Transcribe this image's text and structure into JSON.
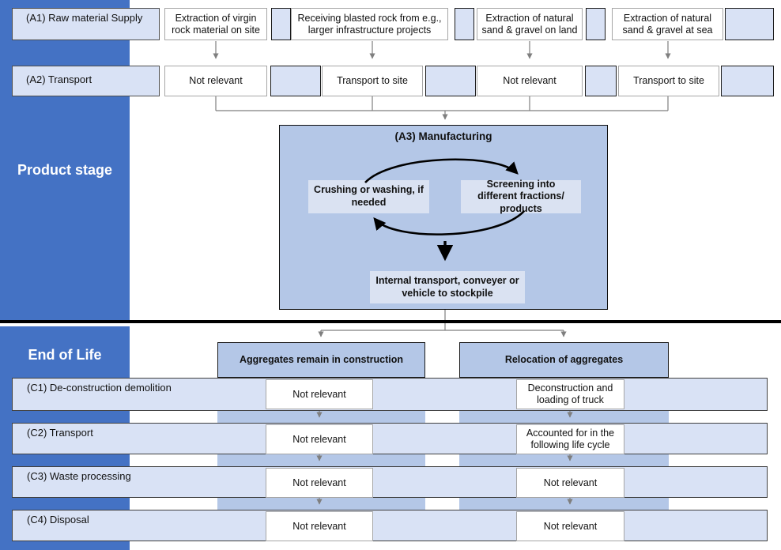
{
  "palette": {
    "accent_dark_blue": "#4472C4",
    "light_blue": "#D9E2F5",
    "medium_blue": "#B4C7E7",
    "connector_gray": "#7f7f7f",
    "arrow_black": "#000000"
  },
  "sidebar": {
    "product_label": "Product stage",
    "eol_label": "End of Life"
  },
  "product_stage": {
    "a1": {
      "label": "(A1) Raw material Supply",
      "cells": [
        "Extraction of virgin rock material on site",
        "Receiving blasted rock from e.g., larger infrastructure projects",
        "Extraction of natural sand & gravel on land",
        "Extraction of natural sand & gravel at sea"
      ]
    },
    "a2": {
      "label": "(A2) Transport",
      "cells": [
        "Not relevant",
        "Transport to site",
        "Not relevant",
        "Transport to site"
      ]
    },
    "a3": {
      "title": "(A3) Manufacturing",
      "process_crushing": "Crushing or washing, if needed",
      "process_screening": "Screening into different fractions/ products",
      "process_internal_transport": "Internal transport, conveyer or vehicle to stockpile"
    }
  },
  "end_of_life": {
    "branch1": "Aggregates remain in construction",
    "branch2": "Relocation of aggregates",
    "rows": [
      {
        "label": "(C1) De-construction demolition",
        "col1": "Not relevant",
        "col2": "Deconstruction and loading of truck"
      },
      {
        "label": "(C2) Transport",
        "col1": "Not relevant",
        "col2": "Accounted for in the following life cycle"
      },
      {
        "label": "(C3) Waste processing",
        "col1": "Not relevant",
        "col2": "Not relevant"
      },
      {
        "label": "(C4) Disposal",
        "col1": "Not relevant",
        "col2": "Not relevant"
      }
    ]
  }
}
